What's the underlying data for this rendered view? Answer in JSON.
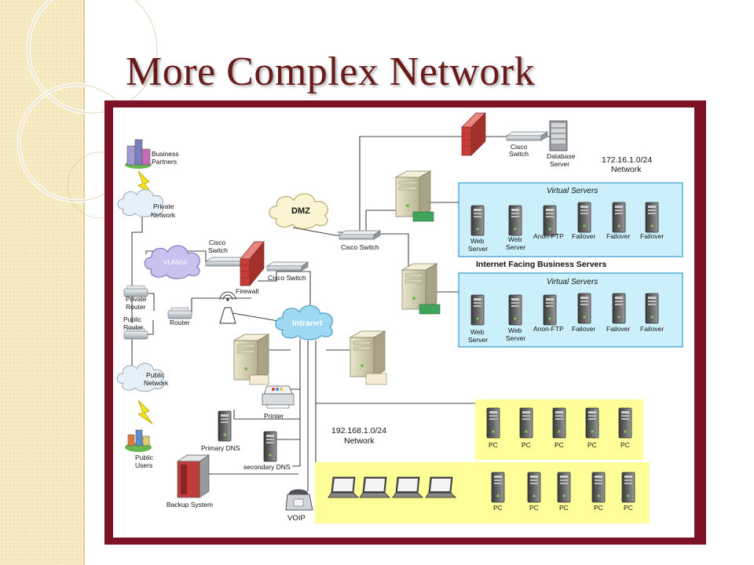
{
  "title": "More Complex Network",
  "labels": {
    "business_partners_1": "Business",
    "business_partners_2": "Partners",
    "private_network_1": "Private",
    "private_network_2": "Network",
    "vlan": "VLAN10",
    "private_router_1": "Private",
    "private_router_2": "Router",
    "public_router_1": "Public",
    "public_router_2": "Router",
    "router": "Router",
    "public_network_1": "Public",
    "public_network_2": "Network",
    "public_users_1": "Public",
    "public_users_2": "Users",
    "cisco_switch_a_1": "Cisco",
    "cisco_switch_a_2": "Switch",
    "firewall": "Firewall",
    "cisco_switch_b": "Cisco Switch",
    "dmz": "DMZ",
    "cisco_switch_c": "Cisco Switch",
    "cisco_switch_top_1": "Cisco",
    "cisco_switch_top_2": "Switch",
    "database_server_1": "Database",
    "database_server_2": "Server",
    "net172_1": "172.16.1.0/24",
    "net172_2": "Network",
    "virtual_servers": "Virtual Servers",
    "internet_facing": "Internet Facing Business Servers",
    "web": "Web",
    "server": "Server",
    "anon_ftp": "Anon-FTP",
    "failover": "Failover",
    "intranet": "Intranet",
    "printer": "Printer",
    "primary_dns": "Primary DNS",
    "secondary_dns": "secondary DNS",
    "backup_system": "Backup System",
    "voip": "VOIP",
    "net192_1": "192.168.1.0/24",
    "net192_2": "Network",
    "pc": "PC"
  },
  "colors": {
    "title": "#6b1a1a",
    "frame": "#7d1226",
    "virtual_box": "#ccf0fb",
    "virtual_border": "#3399cc",
    "pc_box": "#ffff99",
    "cloud": "#e6f0f8",
    "vlan_cloud": "#c9c2ee",
    "dmz_cloud": "#fbf4d2",
    "intranet_cloud": "#9fd8f2",
    "firewall": "#c83c38"
  },
  "icons": [
    "building-icon",
    "lightning-icon",
    "cloud-icon",
    "router-icon",
    "switch-icon",
    "firewall-icon",
    "server-icon",
    "tower-server-icon",
    "database-icon",
    "printer-icon",
    "wireless-ap-icon",
    "laptop-icon",
    "phone-icon",
    "backup-storage-icon",
    "users-icon"
  ]
}
